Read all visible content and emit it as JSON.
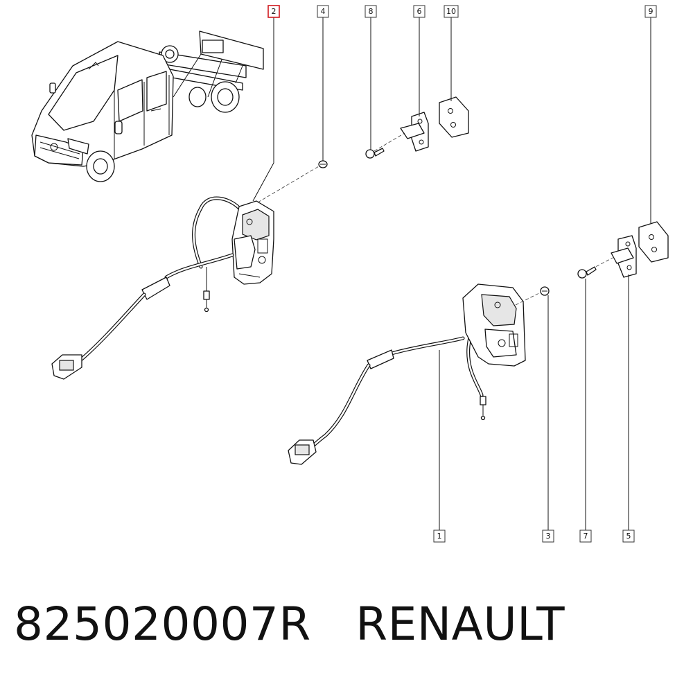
{
  "callouts": [
    {
      "num": "2",
      "highlight": true
    },
    {
      "num": "4",
      "highlight": false
    },
    {
      "num": "8",
      "highlight": false
    },
    {
      "num": "6",
      "highlight": false
    },
    {
      "num": "10",
      "highlight": false
    },
    {
      "num": "9",
      "highlight": false
    },
    {
      "num": "1",
      "highlight": false
    },
    {
      "num": "3",
      "highlight": false
    },
    {
      "num": "7",
      "highlight": false
    },
    {
      "num": "5",
      "highlight": false
    }
  ],
  "footer": {
    "part_number": "825020007R",
    "brand": "RENAULT"
  },
  "colors": {
    "highlight": "#d0181e",
    "line": "#111111",
    "background": "#ffffff"
  }
}
